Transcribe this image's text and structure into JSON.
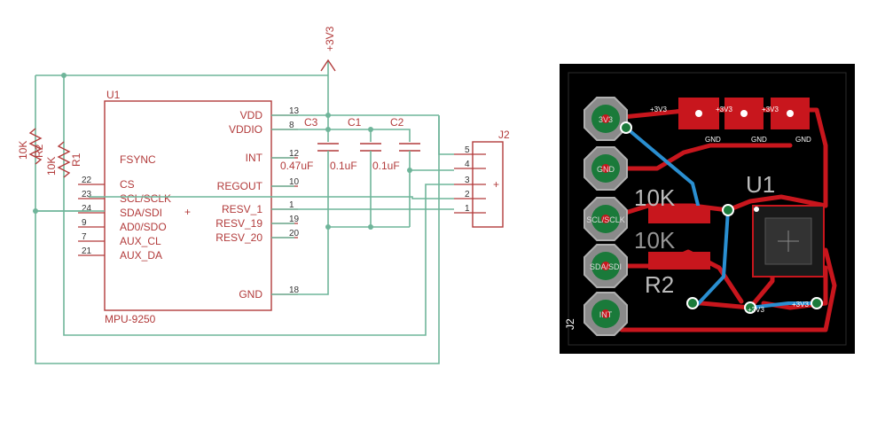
{
  "schematic": {
    "power_label": "+3V3",
    "u1": {
      "ref": "U1",
      "value": "MPU-9250",
      "left_pins": [
        {
          "name": "FSYNC",
          "num": ""
        },
        {
          "name": "CS",
          "num": "22"
        },
        {
          "name": "SCL/SCLK",
          "num": "23"
        },
        {
          "name": "SDA/SDI",
          "num": "24"
        },
        {
          "name": "AD0/SDO",
          "num": "9"
        },
        {
          "name": "AUX_CL",
          "num": "7"
        },
        {
          "name": "AUX_DA",
          "num": "21"
        }
      ],
      "right_pins": [
        {
          "name": "VDD",
          "num": "13"
        },
        {
          "name": "VDDIO",
          "num": "8"
        },
        {
          "name": "INT",
          "num": "12"
        },
        {
          "name": "REGOUT",
          "num": "10"
        },
        {
          "name": "RESV_1",
          "num": "1"
        },
        {
          "name": "RESV_19",
          "num": "19"
        },
        {
          "name": "RESV_20",
          "num": "20"
        },
        {
          "name": "GND",
          "num": "18"
        }
      ]
    },
    "capacitors": [
      {
        "ref": "C3",
        "value": "0.47uF"
      },
      {
        "ref": "C1",
        "value": "0.1uF"
      },
      {
        "ref": "C2",
        "value": "0.1uF"
      }
    ],
    "resistors": [
      {
        "ref": "R2",
        "value": "10K"
      },
      {
        "ref": "R1",
        "value": "10K"
      }
    ],
    "connector": {
      "ref": "J2",
      "pins": [
        "5",
        "4",
        "3",
        "2",
        "1"
      ]
    },
    "colors": {
      "wire": "#6fb59a",
      "symbol": "#b23b3b"
    }
  },
  "pcb": {
    "u1_label": "U1",
    "r_label_1": "10K",
    "r_label_2": "10K",
    "r2_label": "R2",
    "j2_label": "J2",
    "pad_labels": [
      "3V3",
      "GND",
      "SCL/SCLK",
      "SDA/SDI",
      "INT"
    ],
    "net_labels": [
      "+3V3",
      "+3V3",
      "+3V3",
      "GND",
      "GND",
      "GND",
      "+3V3",
      "+3V3"
    ],
    "colors": {
      "background": "#000000",
      "copper": "#c8161d",
      "via": "#2a8fd1",
      "pad": "#1a7a3a"
    }
  }
}
